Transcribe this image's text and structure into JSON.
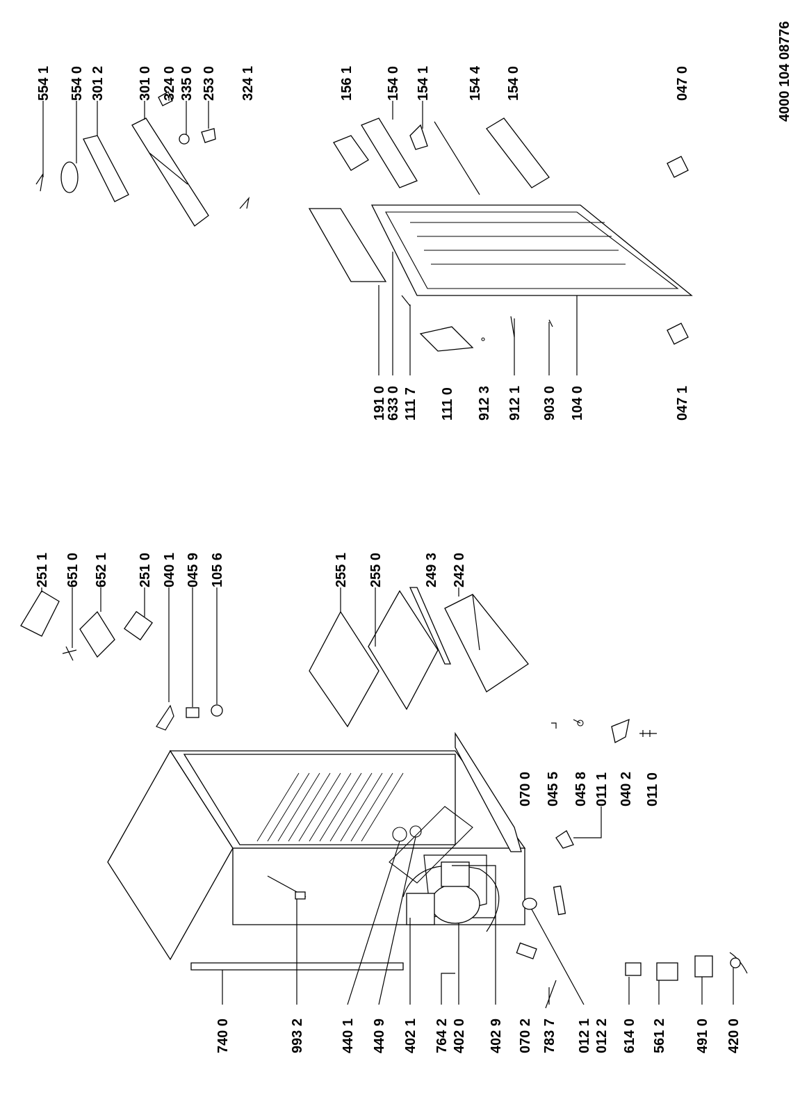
{
  "document_number": "4000 104 08776",
  "callouts": [
    {
      "key": "c5541",
      "label": "554 1"
    },
    {
      "key": "c5540",
      "label": "554 0"
    },
    {
      "key": "c3012",
      "label": "301 2"
    },
    {
      "key": "c3010",
      "label": "301 0"
    },
    {
      "key": "c3240",
      "label": "324 0"
    },
    {
      "key": "c3350",
      "label": "335 0"
    },
    {
      "key": "c2530",
      "label": "253 0"
    },
    {
      "key": "c3241",
      "label": "324 1"
    },
    {
      "key": "c1561",
      "label": "156 1"
    },
    {
      "key": "c1540a",
      "label": "154 0"
    },
    {
      "key": "c1541",
      "label": "154 1"
    },
    {
      "key": "c1544",
      "label": "154 4"
    },
    {
      "key": "c1540b",
      "label": "154 0"
    },
    {
      "key": "c0470",
      "label": "047 0"
    },
    {
      "key": "c1910",
      "label": "191 0"
    },
    {
      "key": "c6330",
      "label": "633 0"
    },
    {
      "key": "c1117",
      "label": "111 7"
    },
    {
      "key": "c1110",
      "label": "111 0"
    },
    {
      "key": "c9123",
      "label": "912 3"
    },
    {
      "key": "c9121",
      "label": "912 1"
    },
    {
      "key": "c9030",
      "label": "903 0"
    },
    {
      "key": "c1040",
      "label": "104 0"
    },
    {
      "key": "c0471",
      "label": "047 1"
    },
    {
      "key": "c2511",
      "label": "251 1"
    },
    {
      "key": "c6510",
      "label": "651 0"
    },
    {
      "key": "c6521",
      "label": "652 1"
    },
    {
      "key": "c2510",
      "label": "251 0"
    },
    {
      "key": "c0401",
      "label": "040 1"
    },
    {
      "key": "c0459",
      "label": "045 9"
    },
    {
      "key": "c1056",
      "label": "105 6"
    },
    {
      "key": "c2551",
      "label": "255 1"
    },
    {
      "key": "c2550",
      "label": "255 0"
    },
    {
      "key": "c2493",
      "label": "249 3"
    },
    {
      "key": "c2420",
      "label": "242 0"
    },
    {
      "key": "c0700",
      "label": "070 0"
    },
    {
      "key": "c0455",
      "label": "045 5"
    },
    {
      "key": "c0458",
      "label": "045 8"
    },
    {
      "key": "c0111",
      "label": "011 1"
    },
    {
      "key": "c0402",
      "label": "040 2"
    },
    {
      "key": "c0110",
      "label": "011 0"
    },
    {
      "key": "c7400",
      "label": "740 0"
    },
    {
      "key": "c9932",
      "label": "993 2"
    },
    {
      "key": "c4401",
      "label": "440 1"
    },
    {
      "key": "c4409",
      "label": "440 9"
    },
    {
      "key": "c4021",
      "label": "402 1"
    },
    {
      "key": "c7642",
      "label": "764 2"
    },
    {
      "key": "c4020",
      "label": "402 0"
    },
    {
      "key": "c4029",
      "label": "402 9"
    },
    {
      "key": "c0702",
      "label": "070 2"
    },
    {
      "key": "c7837",
      "label": "783 7"
    },
    {
      "key": "c0121",
      "label": "012 1"
    },
    {
      "key": "c0122",
      "label": "012 2"
    },
    {
      "key": "c6140",
      "label": "614 0"
    },
    {
      "key": "c5612",
      "label": "561 2"
    },
    {
      "key": "c4910",
      "label": "491 0"
    },
    {
      "key": "c4200",
      "label": "420 0"
    }
  ]
}
